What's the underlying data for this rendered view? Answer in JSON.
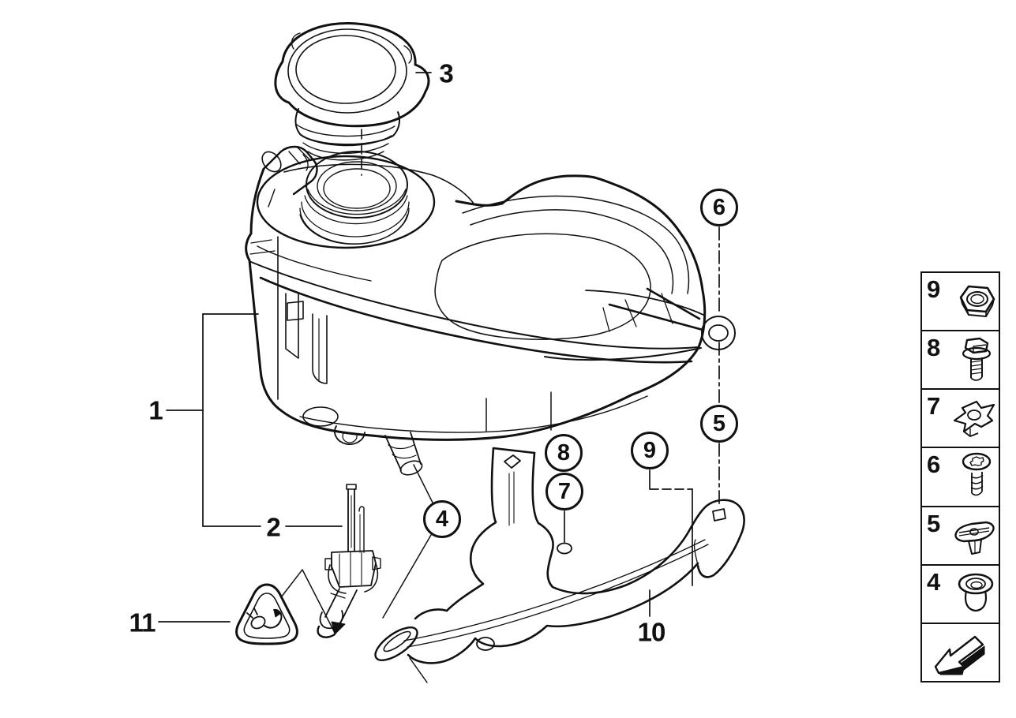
{
  "diagram": {
    "subject": "Expansion tank / coolant reservoir parts diagram",
    "background_color": "#ffffff",
    "line_color": "#111111"
  },
  "labels": {
    "l1": "1",
    "l2": "2",
    "l3": "3",
    "l10": "10",
    "l11": "11"
  },
  "callouts": {
    "c4": "4",
    "c5": "5",
    "c6": "6",
    "c7": "7",
    "c8": "8",
    "c9": "9"
  },
  "legend": {
    "items": [
      {
        "number": "9",
        "icon": "hex-nut-icon"
      },
      {
        "number": "8",
        "icon": "flange-bolt-icon"
      },
      {
        "number": "7",
        "icon": "speed-nut-clip-icon"
      },
      {
        "number": "6",
        "icon": "torx-screw-icon"
      },
      {
        "number": "5",
        "icon": "expanding-nut-icon"
      },
      {
        "number": "4",
        "icon": "grommet-icon"
      }
    ],
    "footer_icon": "back-arrow-icon"
  }
}
